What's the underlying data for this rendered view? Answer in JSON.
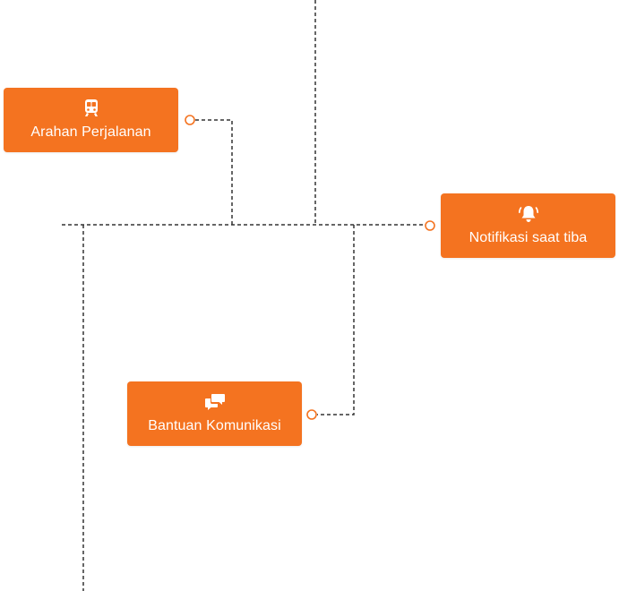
{
  "colors": {
    "card_background": "#f47320",
    "card_text": "#ffffff",
    "connector_line": "#333333",
    "connector_dot": "#f47320"
  },
  "nodes": [
    {
      "id": "arahan",
      "label": "Arahan Perjalanan",
      "icon": "train-icon"
    },
    {
      "id": "notifikasi",
      "label": "Notifikasi saat tiba",
      "icon": "bell-icon"
    },
    {
      "id": "bantuan",
      "label": "Bantuan Komunikasi",
      "icon": "chat-bubbles-icon"
    }
  ]
}
